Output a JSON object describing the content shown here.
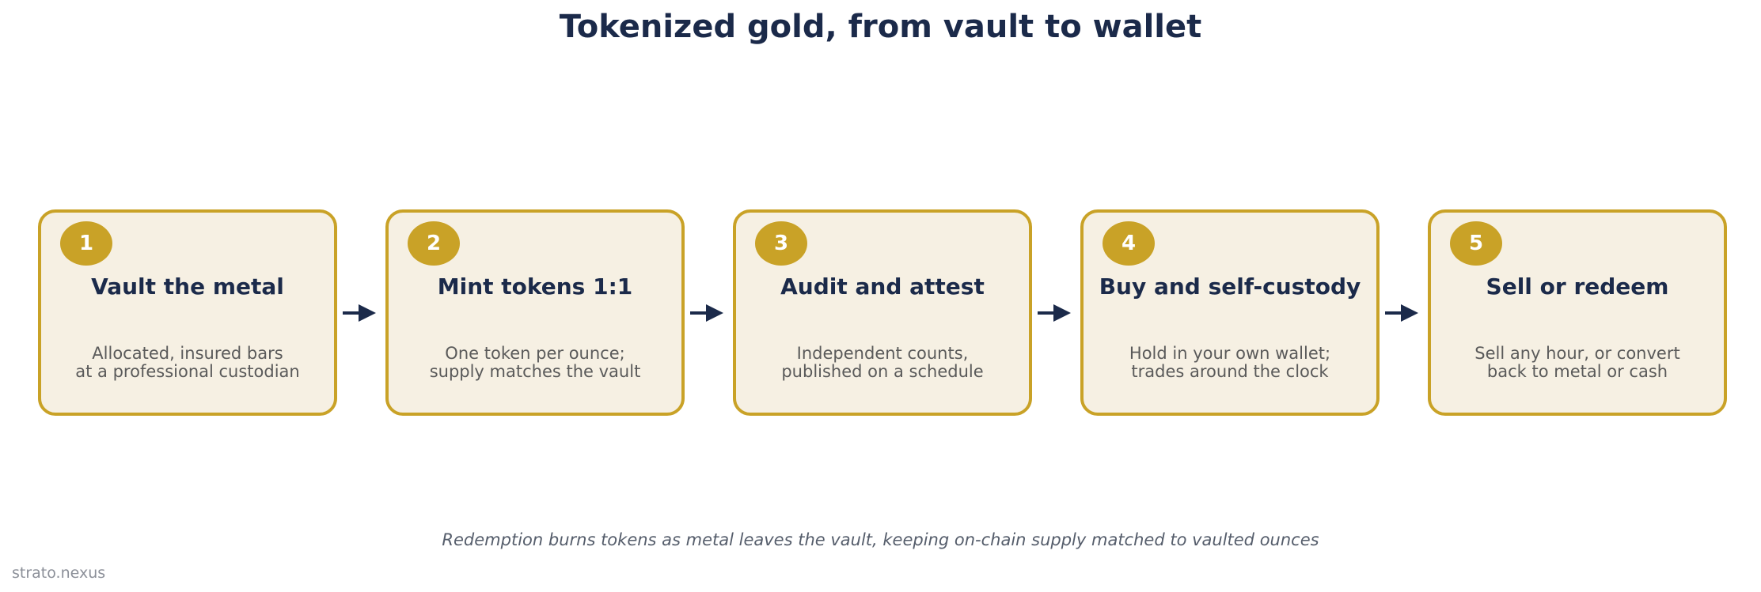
{
  "title": "Tokenized gold, from vault to wallet",
  "colors": {
    "navy": "#1b2a4a",
    "gold": "#c9a227",
    "card_fill": "#f6f0e3",
    "description_text": "#5a5a5a"
  },
  "steps": [
    {
      "number": "1",
      "title": "Vault the metal",
      "description": [
        "Allocated, insured bars",
        "at a professional custodian"
      ]
    },
    {
      "number": "2",
      "title": "Mint tokens 1:1",
      "description": [
        "One token per ounce;",
        "supply matches the vault"
      ]
    },
    {
      "number": "3",
      "title": "Audit and attest",
      "description": [
        "Independent counts,",
        "published on a schedule"
      ]
    },
    {
      "number": "4",
      "title": "Buy and self-custody",
      "description": [
        "Hold in your own wallet;",
        "trades around the clock"
      ]
    },
    {
      "number": "5",
      "title": "Sell or redeem",
      "description": [
        "Sell any hour, or convert",
        "back to metal or cash"
      ]
    }
  ],
  "arrow_icon": "arrow-right-icon",
  "caption": "Redemption burns tokens as metal leaves the vault, keeping on-chain supply matched to vaulted ounces",
  "credit": "strato.nexus"
}
